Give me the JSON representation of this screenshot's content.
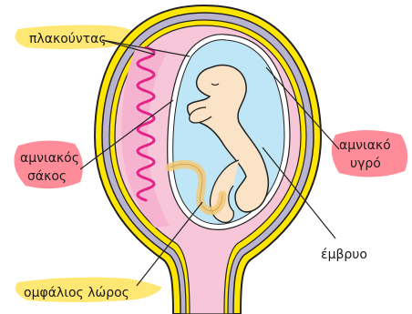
{
  "labels": {
    "placenta": "πλακούντας",
    "amniotic_sac_line1": "αμνιακός",
    "amniotic_sac_line2": "σάκος",
    "amniotic_fluid_line1": "αμνιακό",
    "amniotic_fluid_line2": "υγρό",
    "embryo": "έμβρυο",
    "umbilical_cord": "ομφάλιος λώρος"
  },
  "colors": {
    "outer_wall": "#ffe600",
    "uterus": "#b9b3cf",
    "inner_pink": "#f7c6d9",
    "fluid": "#bfe6f6",
    "embryo": "#fbe3c8",
    "placenta_wave": "#e6218a",
    "cord": "#f2c979",
    "highlight_yellow": "#ffe35a",
    "highlight_red": "#ff5c6e"
  }
}
